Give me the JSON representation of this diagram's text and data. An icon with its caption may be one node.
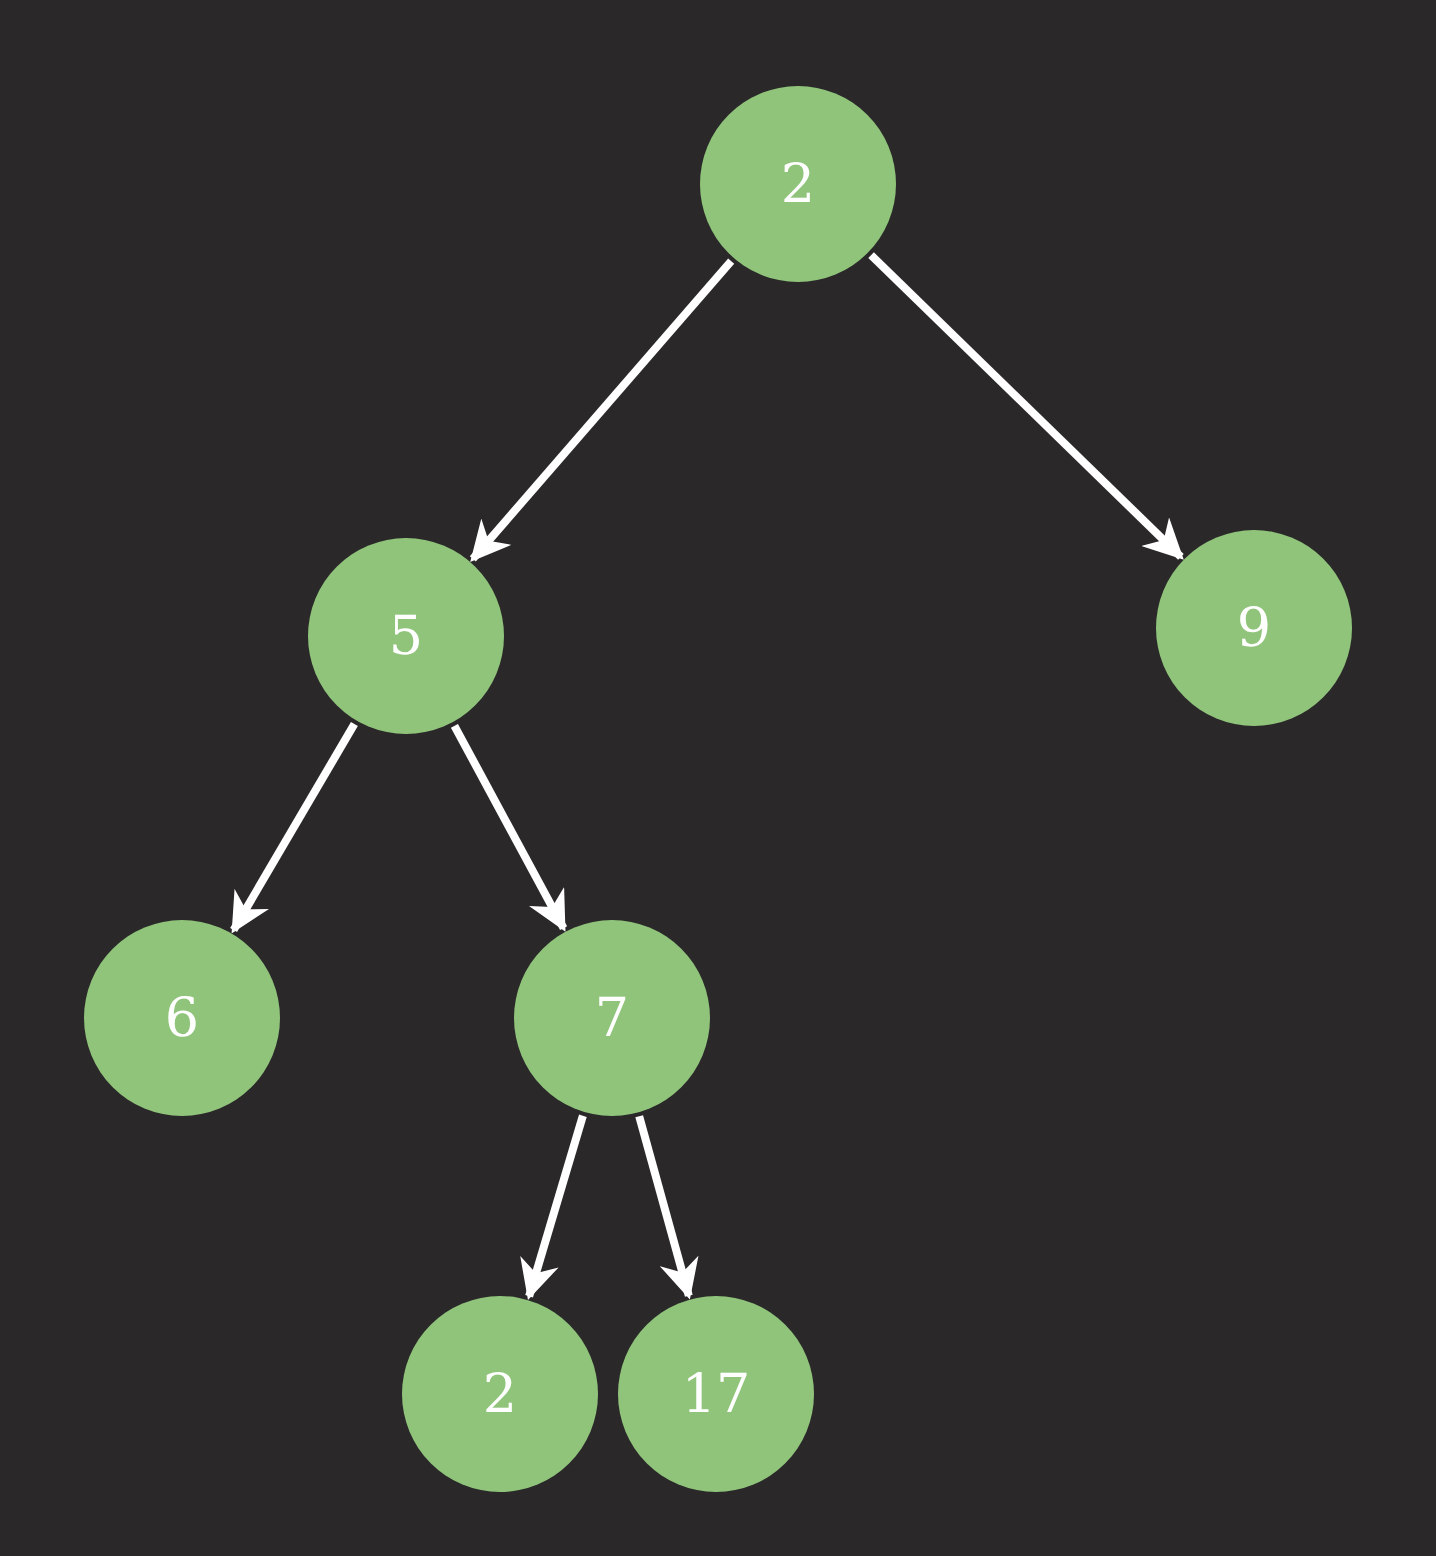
{
  "diagram": {
    "nodes": [
      {
        "text": [
          "2"
        ]
      },
      {
        "text": [
          "5"
        ]
      },
      {
        "text": [
          "9"
        ]
      },
      {
        "text": [
          "6"
        ]
      },
      {
        "text": [
          "7"
        ]
      },
      {
        "text": [
          "2"
        ]
      },
      {
        "text": [
          "17"
        ]
      }
    ],
    "edges": [
      {
        "from": 0,
        "to": 1,
        "arrow": "to"
      },
      {
        "from": 0,
        "to": 2,
        "arrow": "to"
      },
      {
        "from": 1,
        "to": 3,
        "arrow": "to"
      },
      {
        "from": 1,
        "to": 4,
        "arrow": "to"
      },
      {
        "from": 4,
        "to": 5,
        "arrow": "to"
      },
      {
        "from": 4,
        "to": 6,
        "arrow": "to"
      }
    ]
  }
}
